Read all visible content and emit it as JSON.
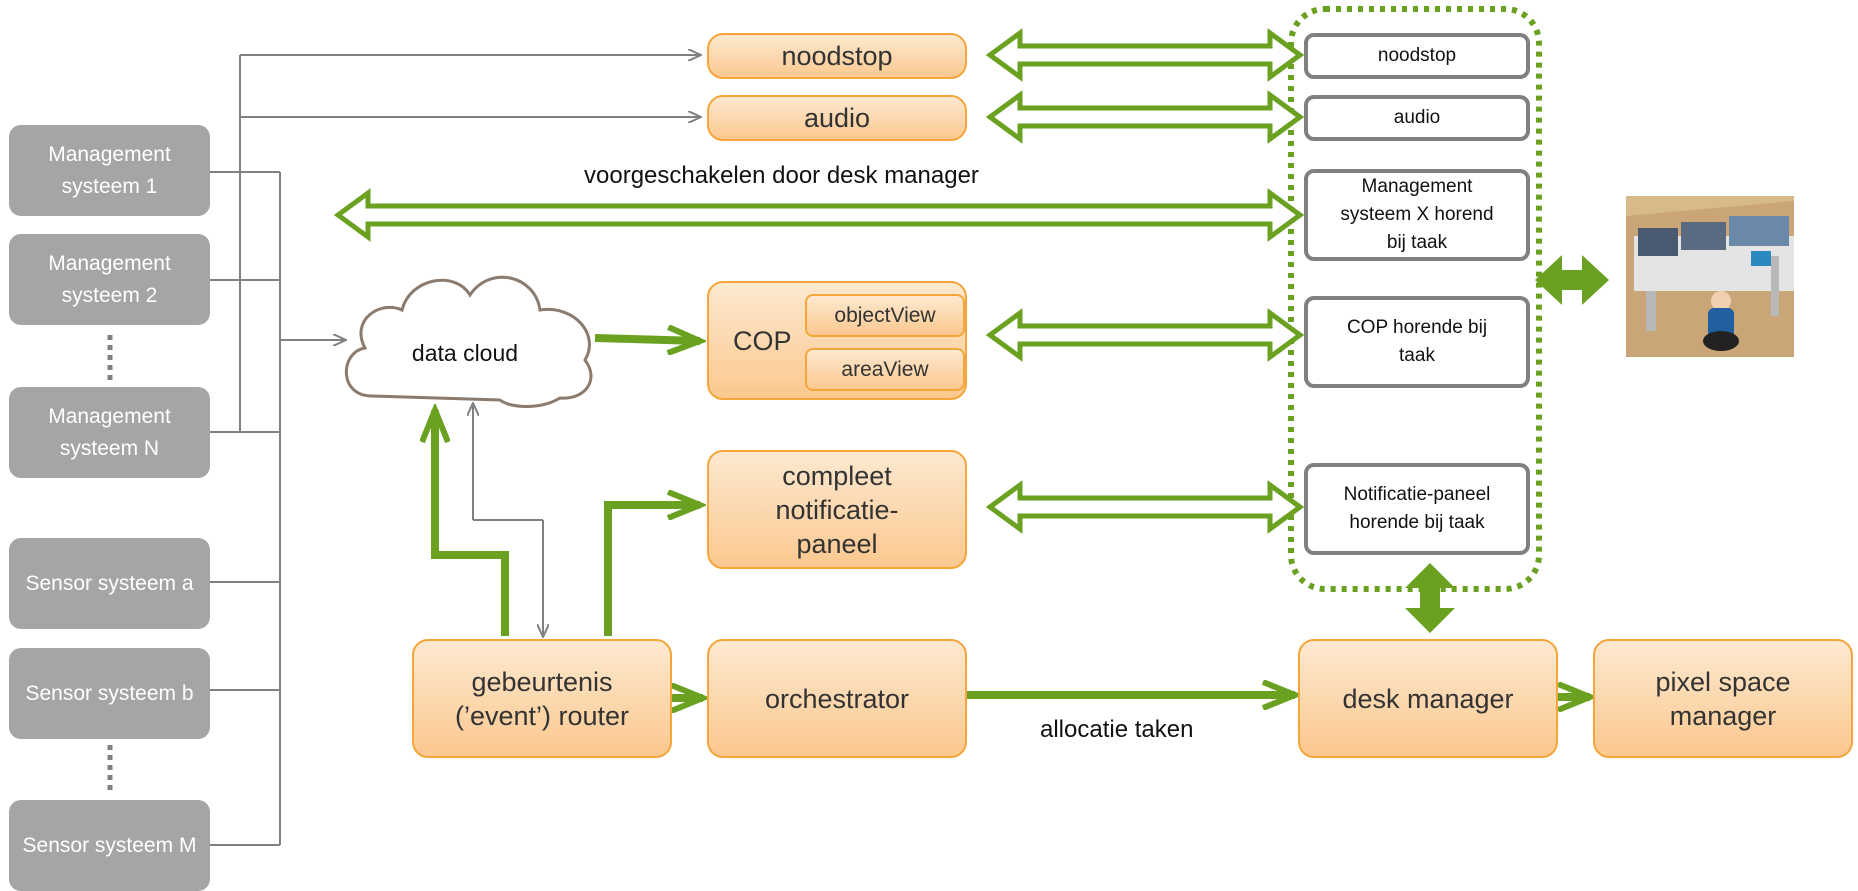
{
  "sources": {
    "mgmt1": "Management systeem 1",
    "mgmt2": "Management systeem 2",
    "mgmtN": "Management systeem N",
    "sensorA": "Sensor systeem a",
    "sensorB": "Sensor systeem b",
    "sensorM": "Sensor systeem M"
  },
  "modules": {
    "noodstop": "noodstop",
    "audio": "audio",
    "cop": "COP",
    "objectview": "objectView",
    "areaview": "areaView",
    "notificatie": "compleet notificatie-paneel",
    "router": "gebeurtenis (’event’)  router",
    "orchestrator": "orchestrator",
    "desk_manager": "desk manager",
    "pixel_space_manager": "pixel space manager",
    "data_cloud": "data cloud"
  },
  "desk_panels": {
    "noodstop": "noodstop",
    "audio": "audio",
    "mgmt_x": "Management systeem X horend bij taak",
    "cop": "COP horende bij taak",
    "notificatie": "Notificatie-paneel  horende bij taak"
  },
  "annotations": {
    "voorgeschakeld": "voorgeschakelen door desk manager",
    "allocatie": "allocatie taken"
  },
  "colors": {
    "green": "#6aa121",
    "gray_box": "#a5a5a5",
    "orange_border": "#f5a63a",
    "line_gray": "#808080"
  }
}
